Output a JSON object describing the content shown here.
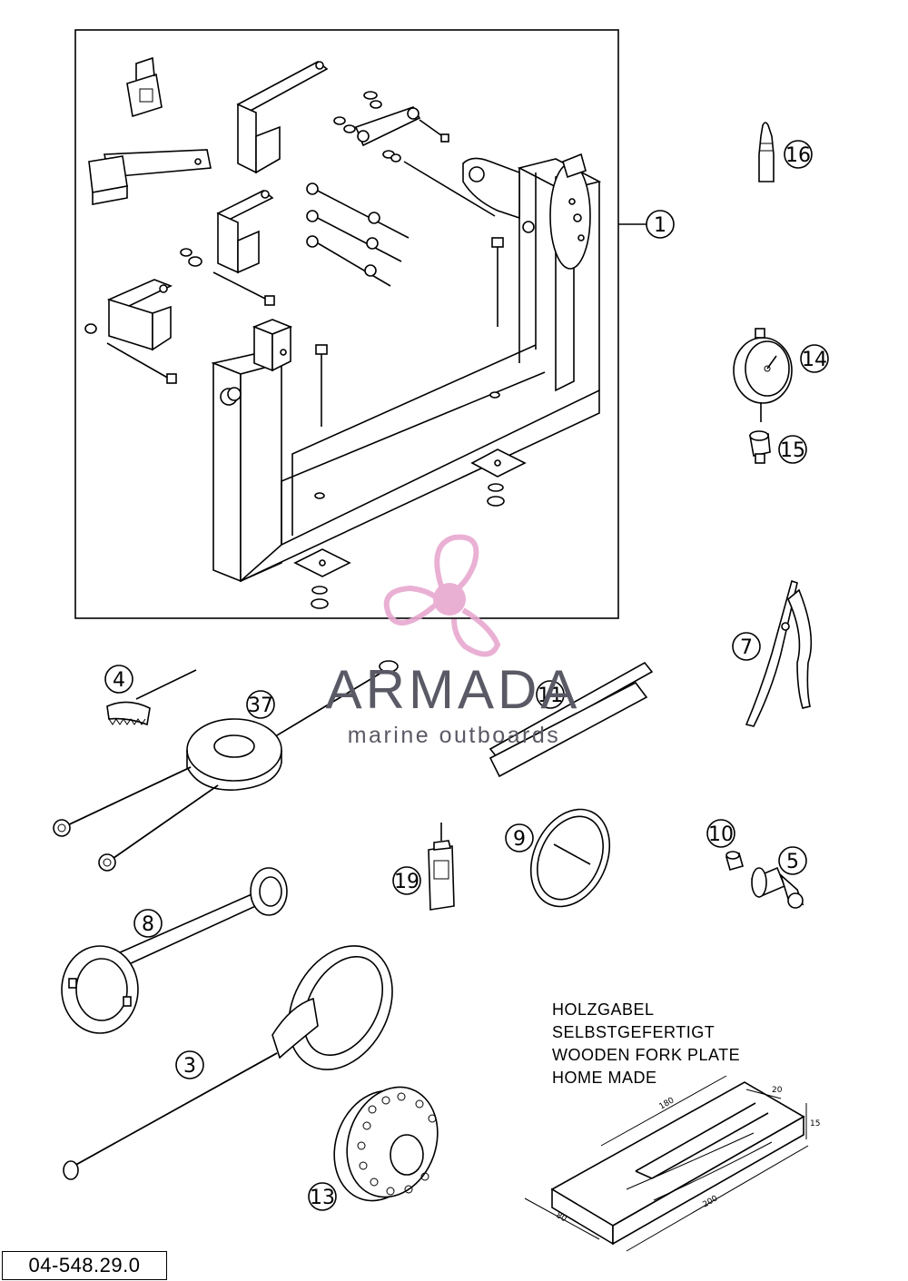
{
  "callouts": [
    {
      "id": "c1",
      "label": "1"
    },
    {
      "id": "c3",
      "label": "3"
    },
    {
      "id": "c4",
      "label": "4"
    },
    {
      "id": "c5",
      "label": "5"
    },
    {
      "id": "c7",
      "label": "7"
    },
    {
      "id": "c8",
      "label": "8"
    },
    {
      "id": "c9",
      "label": "9"
    },
    {
      "id": "c10",
      "label": "10"
    },
    {
      "id": "c11",
      "label": "11"
    },
    {
      "id": "c13",
      "label": "13"
    },
    {
      "id": "c14",
      "label": "14"
    },
    {
      "id": "c15",
      "label": "15"
    },
    {
      "id": "c16",
      "label": "16"
    },
    {
      "id": "c19",
      "label": "19"
    },
    {
      "id": "c37",
      "label": "37"
    }
  ],
  "note": {
    "line1": "HOLZGABEL",
    "line2": "SELBSTGEFERTIGT",
    "line3": "WOODEN FORK PLATE",
    "line4": "HOME MADE"
  },
  "dimensions": {
    "d180": "180",
    "d20": "20",
    "d15": "15",
    "d200": "200",
    "d80": "80"
  },
  "part_number": "04-548.29.0",
  "watermark": {
    "brand": "ARMADA",
    "tagline": "marine outboards",
    "logo_color": "#e8a8d0",
    "text_color": "#5a5a66"
  }
}
